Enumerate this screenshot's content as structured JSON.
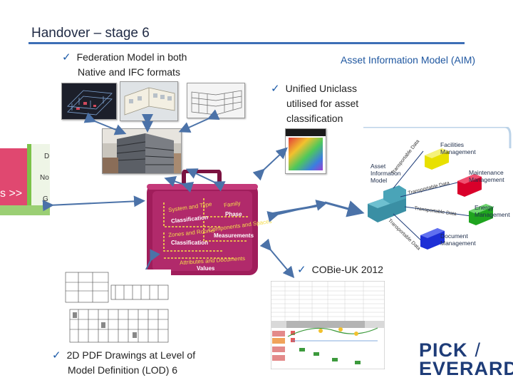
{
  "slide": {
    "title": "Handover – stage 6"
  },
  "bullets": {
    "federation_line1": "Federation Model in both",
    "federation_line2": "Native and IFC formats",
    "uniclass_line1": "Unified Uniclass",
    "uniclass_line2": "utilised for asset",
    "uniclass_line3": "classification",
    "cobie": "COBie-UK 2012",
    "pdf_line1": "2D PDF Drawings at Level of",
    "pdf_line2": "Model Definition (LOD) 6"
  },
  "aim": {
    "title": "Asset Information Model (AIM)",
    "model_label_1": "Asset",
    "model_label_2": "Information",
    "model_label_3": "Model",
    "targets": [
      {
        "line1": "Facilities",
        "line2": "Management",
        "color": "#e8e000"
      },
      {
        "line1": "Maintenance",
        "line2": "Management",
        "color": "#d9002a"
      },
      {
        "line1": "Energy",
        "line2": "Management",
        "color": "#1fa41f"
      },
      {
        "line1": "Document",
        "line2": "Management",
        "color": "#1d2fd6"
      }
    ],
    "arrow_text": "Transportable Data"
  },
  "case": {
    "system_and_type": "System and Type",
    "family": "Family",
    "classification_1": "Classification",
    "phase": "Phase",
    "zones_and_rooms": "Zones and Rooms",
    "components_and_spaces": "Components and Spaces",
    "classification_2": "Classification",
    "measurements": "Measurements",
    "attributes_and_documents": "Attributes and Documents",
    "values": "Values",
    "color": "#a01d5b"
  },
  "side_panel": {
    "arrow_text": "s >>",
    "letter_d": "D",
    "letter_no": "No",
    "letter_g": "G"
  },
  "logo": {
    "line1": "PICK",
    "line2": "EVERARD",
    "slash": "/"
  },
  "colors": {
    "accent_blue": "#3d6fb6",
    "arrow": "#4b72a8",
    "logo": "#1e3c78"
  }
}
